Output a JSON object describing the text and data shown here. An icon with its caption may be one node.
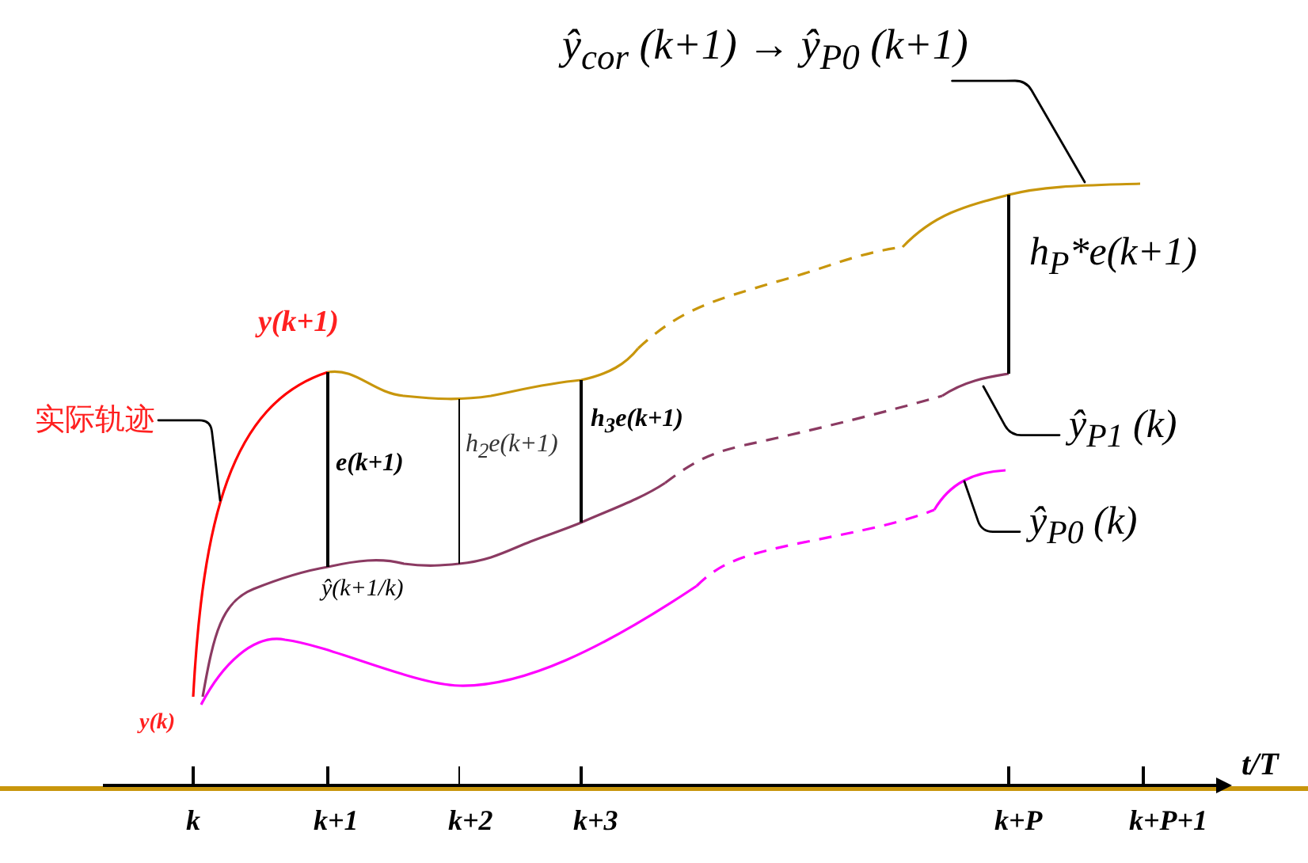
{
  "diagram": {
    "nodes": [
      {
        "text": [
          "实际轨迹"
        ]
      },
      {
        "text": [
          "ŷ$_{cor}$ (k+1) → ŷ$_{P0}$ (k+1)"
        ]
      },
      {
        "text": [
          "ŷ$_{P1}$ (k)"
        ]
      },
      {
        "text": [
          "ŷ$_{P0}$ (k)"
        ]
      }
    ],
    "edges": [
      {
        "from": 0,
        "to": null,
        "arrow": "none"
      },
      {
        "from": 1,
        "to": null,
        "arrow": "none"
      },
      {
        "from": 2,
        "to": null,
        "arrow": "none"
      },
      {
        "from": 3,
        "to": null,
        "arrow": "none"
      }
    ],
    "labels": [
      "y(k+1)",
      "h$_{P}$*e(k+1)",
      "e(k+1)",
      "h$_{2}$e(k+1)",
      "h$_{3}$e(k+1)",
      "ŷ(k+1/k)",
      "y(k)",
      "k",
      "k+1",
      "k+2",
      "k+3",
      "k+P",
      "k+P+1",
      "t/T"
    ]
  }
}
